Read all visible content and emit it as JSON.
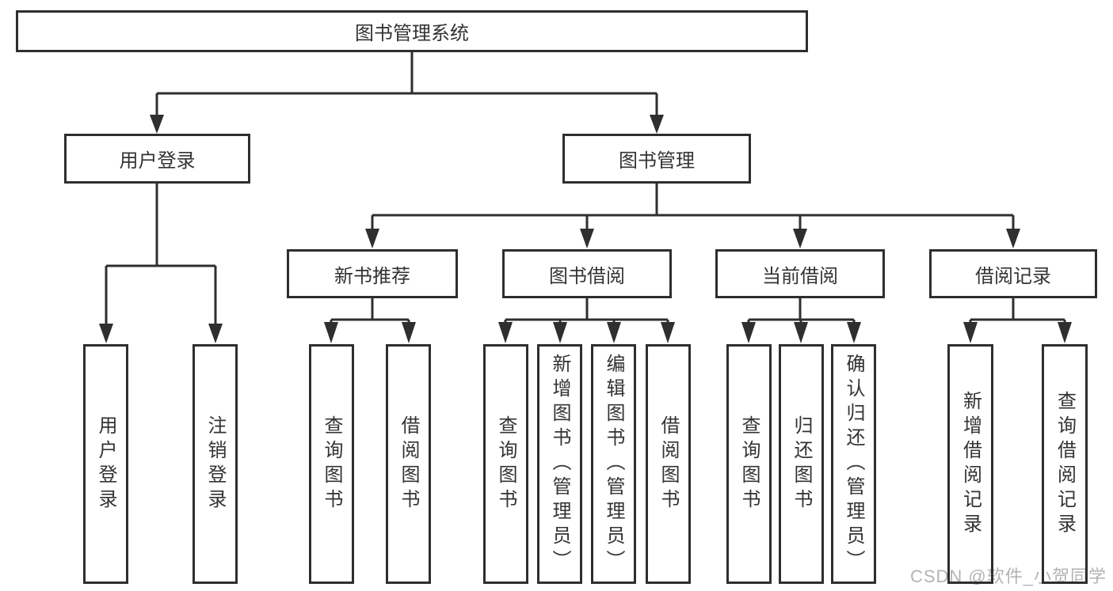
{
  "diagram": {
    "root": {
      "label": "图书管理系统"
    },
    "level2": {
      "user_login": {
        "label": "用户登录"
      },
      "book_mgmt": {
        "label": "图书管理"
      }
    },
    "level3": {
      "new_book_rec": {
        "label": "新书推荐"
      },
      "book_borrow": {
        "label": "图书借阅"
      },
      "current_borrow": {
        "label": "当前借阅"
      },
      "borrow_records": {
        "label": "借阅记录"
      }
    },
    "leaves": {
      "user_login": {
        "label": "用户登录"
      },
      "logout": {
        "label": "注销登录"
      },
      "query_books_1": {
        "label": "查询图书"
      },
      "borrow_books_1": {
        "label": "借阅图书"
      },
      "query_books_2": {
        "label": "查询图书"
      },
      "add_books_admin": {
        "label": "新增图书（管理员）"
      },
      "edit_books_admin": {
        "label": "编辑图书（管理员）"
      },
      "borrow_books_2": {
        "label": "借阅图书"
      },
      "query_books_3": {
        "label": "查询图书"
      },
      "return_books": {
        "label": "归还图书"
      },
      "confirm_return_admin": {
        "label": "确认归还（管理员）"
      },
      "add_borrow_record": {
        "label": "新增借阅记录"
      },
      "query_borrow_record": {
        "label": "查询借阅记录"
      }
    }
  },
  "watermark": {
    "text": "CSDN @软件_小贺同学",
    "color": "#b3b3b3"
  },
  "colors": {
    "line": "#2f2f2f",
    "text": "#333333",
    "background": "#ffffff",
    "box_fill": "#ffffff"
  }
}
